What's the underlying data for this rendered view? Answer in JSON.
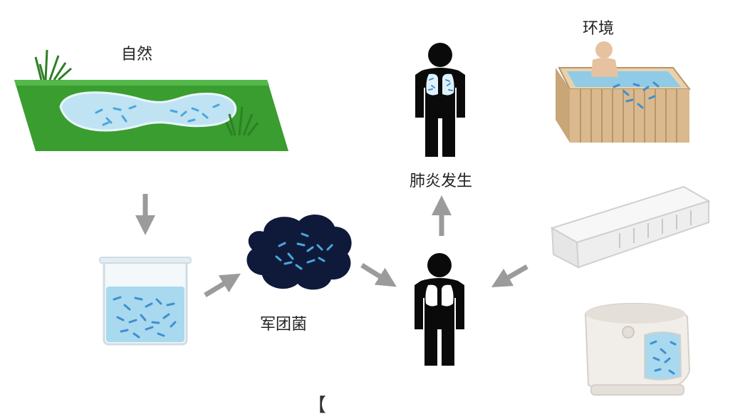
{
  "labels": {
    "nature": "自然",
    "environment": "环境",
    "pneumonia": "肺炎发生",
    "colony": "军团菌",
    "caption_fragment": "【"
  },
  "colors": {
    "grass": "#3a9d2f",
    "grass_dark": "#2f7f26",
    "water": "#bfe3f2",
    "water_deep": "#8fcbe6",
    "bacteria": "#4aa6e0",
    "colony": "#0f1a3a",
    "arrow": "#9b9b9b",
    "person": "#0a0a0a",
    "lungs_infected": "#dff2fb",
    "wood": "#d9b98d",
    "wood_dark": "#b8966a",
    "device": "#f1eeea"
  }
}
